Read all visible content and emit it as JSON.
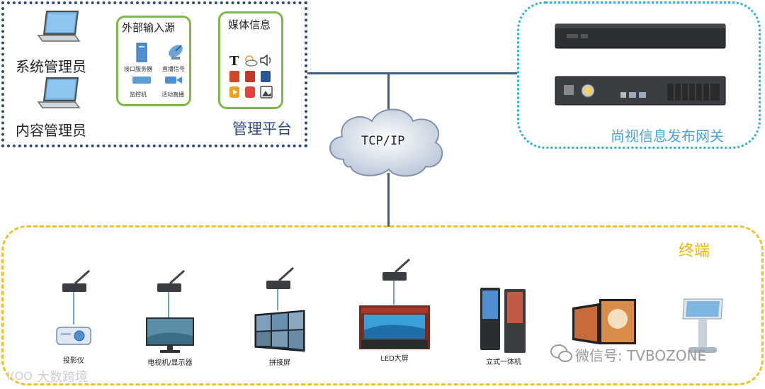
{
  "management": {
    "roles": [
      "系统管理员",
      "内容管理员"
    ],
    "external_title": "外部输入源",
    "external_items": [
      "接口服务器",
      "直播信号",
      "监控机",
      "活动直播"
    ],
    "media_title": "媒体信息",
    "platform_label": "管理平台"
  },
  "network": {
    "label": "TCP/IP"
  },
  "gateway": {
    "label": "尚视信息发布网关"
  },
  "terminals": {
    "title": "终端",
    "items": [
      "投影仪",
      "电视机/显示器",
      "拼接屏",
      "LED大屏",
      "立式一体机",
      "",
      ""
    ]
  },
  "watermarks": {
    "wechat": "微信号: TVBOZONE",
    "brand": "大数跨境"
  },
  "colors": {
    "management_border": "#2e4a7d",
    "gateway_border": "#25b3d6",
    "terminal_border": "#f2c029",
    "source_border": "#7fb84a",
    "network_line": "#3c5f8a"
  }
}
